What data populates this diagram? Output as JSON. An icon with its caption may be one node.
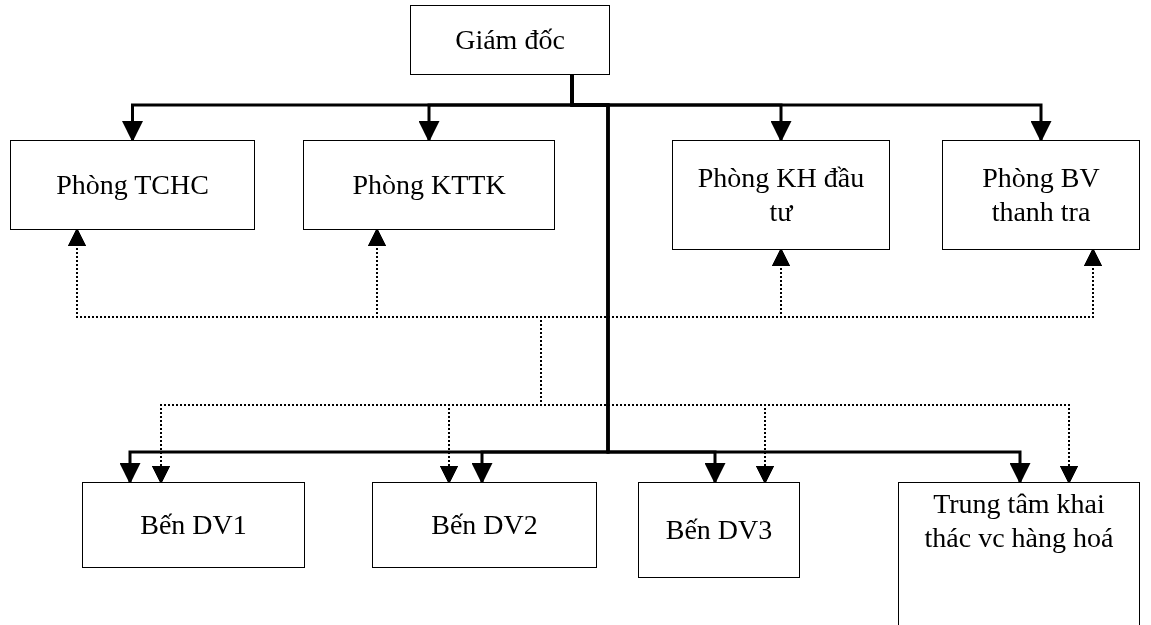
{
  "diagram": {
    "nodes": [
      {
        "text": [
          "Giám đốc"
        ]
      },
      {
        "text": [
          "Phòng TCHC"
        ]
      },
      {
        "text": [
          "Phòng KTTK"
        ]
      },
      {
        "text": [
          "Phòng KH đầu tư"
        ]
      },
      {
        "text": [
          "Phòng BV thanh tra"
        ]
      },
      {
        "text": [
          "Bến DV1"
        ]
      },
      {
        "text": [
          "Bến DV2"
        ]
      },
      {
        "text": [
          "Bến DV3"
        ]
      },
      {
        "text": [
          "Trung tâm khai thác vc hàng hoá"
        ]
      }
    ],
    "edges": [
      {
        "from": 0,
        "to": 1,
        "arrow": "to"
      },
      {
        "from": 0,
        "to": 2,
        "arrow": "to"
      },
      {
        "from": 0,
        "to": 3,
        "arrow": "to"
      },
      {
        "from": 0,
        "to": 4,
        "arrow": "to"
      },
      {
        "from": 0,
        "to": 5,
        "arrow": "to"
      },
      {
        "from": 0,
        "to": 6,
        "arrow": "to"
      },
      {
        "from": 0,
        "to": 7,
        "arrow": "to"
      },
      {
        "from": 0,
        "to": 8,
        "arrow": "to"
      },
      {
        "from": 1,
        "to": 5,
        "arrow": "both",
        "style": "dashed"
      },
      {
        "from": 1,
        "to": 6,
        "arrow": "both",
        "style": "dashed"
      },
      {
        "from": 1,
        "to": 7,
        "arrow": "both",
        "style": "dashed"
      },
      {
        "from": 1,
        "to": 8,
        "arrow": "both",
        "style": "dashed"
      },
      {
        "from": 2,
        "to": 5,
        "arrow": "both",
        "style": "dashed"
      },
      {
        "from": 2,
        "to": 6,
        "arrow": "both",
        "style": "dashed"
      },
      {
        "from": 2,
        "to": 7,
        "arrow": "both",
        "style": "dashed"
      },
      {
        "from": 2,
        "to": 8,
        "arrow": "both",
        "style": "dashed"
      },
      {
        "from": 3,
        "to": 5,
        "arrow": "both",
        "style": "dashed"
      },
      {
        "from": 3,
        "to": 6,
        "arrow": "both",
        "style": "dashed"
      },
      {
        "from": 3,
        "to": 7,
        "arrow": "both",
        "style": "dashed"
      },
      {
        "from": 3,
        "to": 8,
        "arrow": "both",
        "style": "dashed"
      },
      {
        "from": 4,
        "to": 5,
        "arrow": "both",
        "style": "dashed"
      },
      {
        "from": 4,
        "to": 6,
        "arrow": "both",
        "style": "dashed"
      },
      {
        "from": 4,
        "to": 7,
        "arrow": "both",
        "style": "dashed"
      },
      {
        "from": 4,
        "to": 8,
        "arrow": "both",
        "style": "dashed"
      }
    ]
  }
}
